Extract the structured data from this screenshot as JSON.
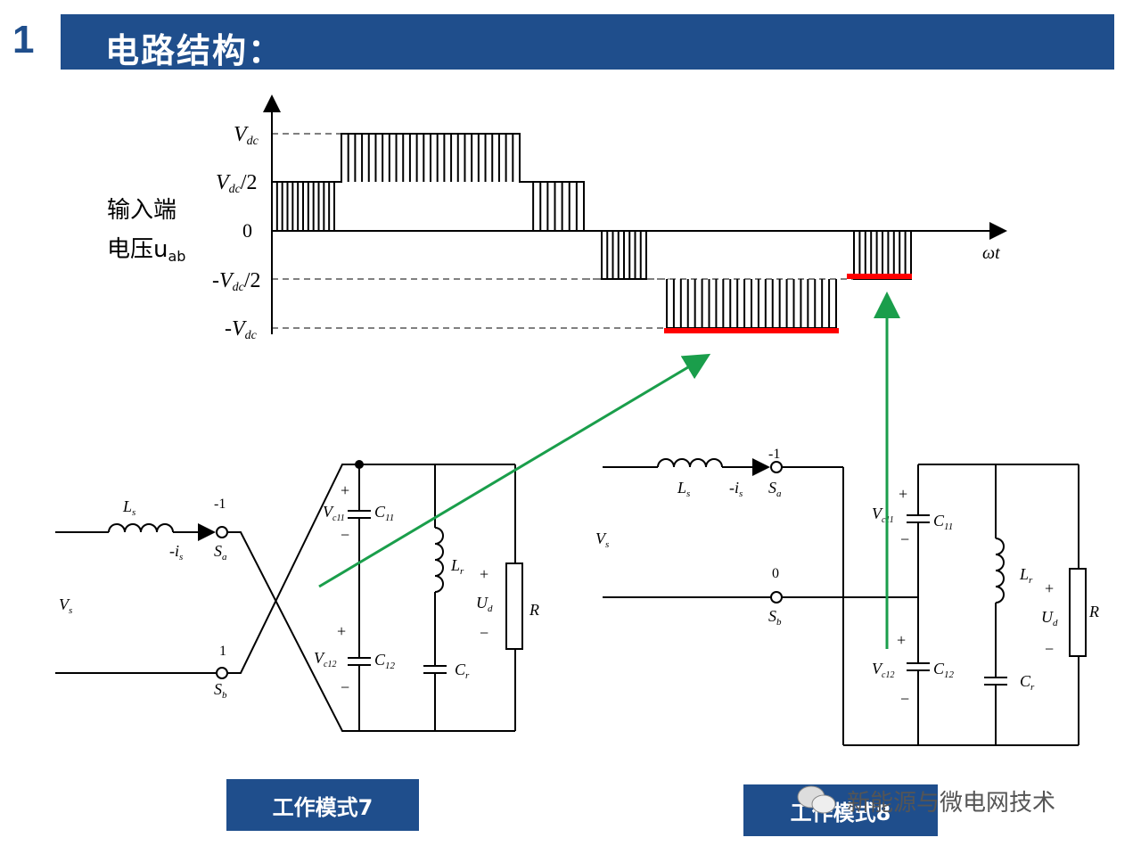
{
  "slide_number": "1",
  "title": "电路结构：",
  "waveform": {
    "y_label_line1": "输入端",
    "y_label_line2": "电压u",
    "y_label_sub": "ab",
    "level_vdc": "V",
    "level_vdc_sub": "dc",
    "level_half": "V",
    "level_half_sub": "dc",
    "level_half_suffix": "/2",
    "level_zero": "0",
    "level_neg_half_prefix": "-V",
    "level_neg_half_sub": "dc",
    "level_neg_half_suffix": "/2",
    "level_neg_prefix": "-V",
    "level_neg_sub": "dc",
    "x_label": "ωt",
    "highlight_color": "#ff0000"
  },
  "arrow_color": "#1a9e4b",
  "circuit_left": {
    "Ls": "L",
    "Ls_sub": "s",
    "is": "-i",
    "is_sub": "s",
    "Sa": "S",
    "Sa_sub": "a",
    "Sb": "S",
    "Sb_sub": "b",
    "Vs": "V",
    "Vs_sub": "s",
    "sa_state": "-1",
    "sb_state": "1",
    "C11": "C",
    "C11_sub": "11",
    "C12": "C",
    "C12_sub": "12",
    "Vc11": "V",
    "Vc11_sub": "c11",
    "Vc12": "V",
    "Vc12_sub": "c12",
    "Lr": "L",
    "Lr_sub": "r",
    "Cr": "C",
    "Cr_sub": "r",
    "Ud": "U",
    "Ud_sub": "d",
    "R": "R",
    "plus": "+",
    "minus": "−"
  },
  "circuit_right": {
    "Ls": "L",
    "Ls_sub": "s",
    "is": "-i",
    "is_sub": "s",
    "Sa": "S",
    "Sa_sub": "a",
    "Sb": "S",
    "Sb_sub": "b",
    "Vs": "V",
    "Vs_sub": "s",
    "sa_state": "-1",
    "sb_state": "0",
    "C11": "C",
    "C11_sub": "11",
    "C12": "C",
    "C12_sub": "12",
    "Vc11": "V",
    "Vc11_sub": "c11",
    "Vc12": "V",
    "Vc12_sub": "c12",
    "Lr": "L",
    "Lr_sub": "r",
    "Cr": "C",
    "Cr_sub": "r",
    "Ud": "U",
    "Ud_sub": "d",
    "R": "R",
    "plus": "+",
    "minus": "−"
  },
  "mode7_label": "工作模式7",
  "mode8_label": "工作模式8",
  "watermark": "新能源与微电网技术",
  "brand_color": "#1f4e8c"
}
